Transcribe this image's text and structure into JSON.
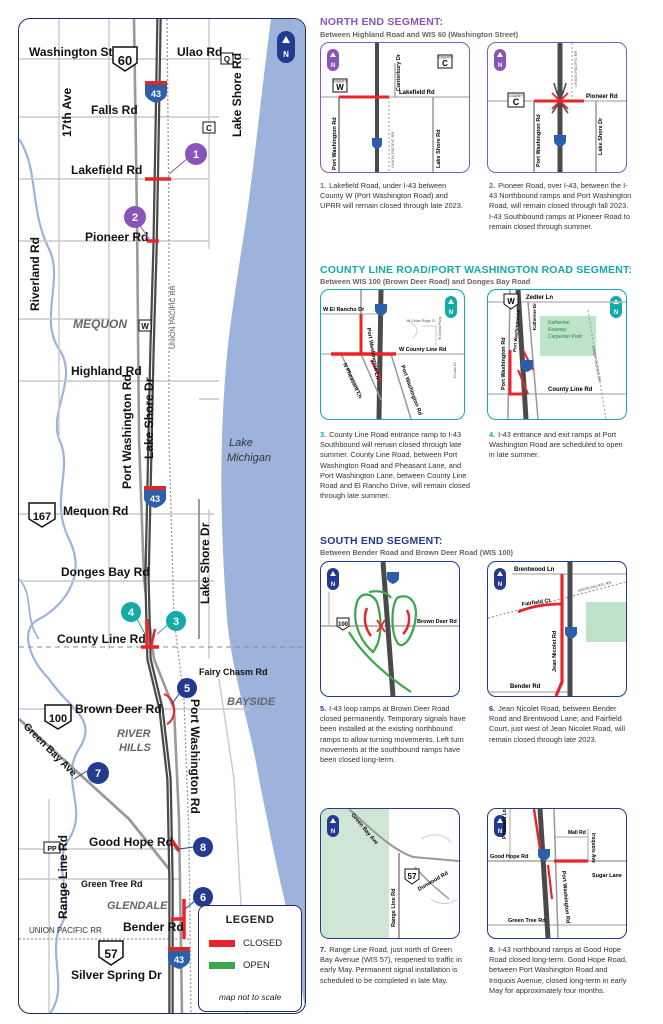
{
  "colors": {
    "purple": "#8a55b8",
    "teal": "#13aaa8",
    "navy": "#233a8e",
    "closed": "#e8252b",
    "open": "#3aa64b",
    "water": "#9db3dc"
  },
  "main_map": {
    "labels": {
      "washington_st": "Washington St",
      "ulao_rd": "Ulao Rd",
      "falls_rd": "Falls Rd",
      "seventeenth_ave": "17th Ave",
      "lake_shore_rd": "Lake Shore Rd",
      "lakefield_rd": "Lakefield Rd",
      "pioneer_rd": "Pioneer Rd",
      "riverland_rd": "Riverland Rd",
      "mequon": "MEQUON",
      "highland_rd": "Highland Rd",
      "port_washington_rd": "Port Washington Rd",
      "lake_shore_dr": "Lake Shore Dr",
      "union_pacific_rr": "UNION PACIFIC RR",
      "lake_michigan_1": "Lake",
      "lake_michigan_2": "Michigan",
      "mequon_rd": "Mequon Rd",
      "donges_bay_rd": "Donges Bay Rd",
      "lake_shore_dr_2": "Lake Shore Dr",
      "county_line_rd": "County Line Rd",
      "fairy_chasm_rd": "Fairy Chasm Rd",
      "brown_deer_rd": "Brown Deer Rd",
      "bayside": "BAYSIDE",
      "river_hills_1": "RIVER",
      "river_hills_2": "HILLS",
      "green_bay_ave": "Green Bay Ave",
      "port_washington_rd_2": "Port Washington Rd",
      "good_hope_rd": "Good Hope Rd",
      "range_line_rd": "Range Line Rd",
      "green_tree_rd": "Green Tree Rd",
      "glendale": "GLENDALE",
      "union_pacific_rr_2": "UNION PACIFIC RR",
      "bender_rd": "Bender Rd",
      "silver_spring_dr": "Silver Spring Dr"
    },
    "shields": {
      "wis60": "60",
      "i43": "43",
      "wis167": "167",
      "wis100": "100",
      "wis57": "57",
      "co_q": "Q",
      "co_c": "C",
      "co_w": "W",
      "co_pp": "PP"
    },
    "markers": [
      "1",
      "2",
      "3",
      "4",
      "5",
      "6",
      "7",
      "8"
    ],
    "north": "N"
  },
  "legend": {
    "title": "LEGEND",
    "closed": "CLOSED",
    "open": "OPEN",
    "note": "map not to scale"
  },
  "sections": {
    "north": {
      "title": "NORTH END SEGMENT:",
      "subtitle": "Between Highland Road and WIS 60 (Washington Street)"
    },
    "county": {
      "title": "COUNTY LINE ROAD/PORT WASHINGTON ROAD SEGMENT:",
      "subtitle": "Between WIS 100 (Brown Deer Road) and Donges Bay Road"
    },
    "south": {
      "title": "SOUTH END SEGMENT:",
      "subtitle": "Between Bender Road and Brown Deer Road (WIS 100)"
    }
  },
  "panels": {
    "p1": {
      "county": "COUNTY",
      "w": "W",
      "c": "C",
      "canterbury": "Canterbury Dr",
      "lakefield": "Lakefield Rd",
      "pw": "Port Washington Rd",
      "rr": "UNION PACIFIC RR",
      "lsr": "Lake Shore Rd"
    },
    "p2": {
      "county": "COUNTY",
      "c": "C",
      "pioneer": "Pioneer Rd",
      "pw": "Port Washington Rd",
      "rr": "UNION PACIFIC RR",
      "lsd": "Lake Shore Dr"
    },
    "p3": {
      "elrancho": "W El Rancho Dr",
      "cedar": "W Cedar Ridge Ct",
      "countyline": "W County Line Rd",
      "pw": "Port Washington Ln",
      "pw2": "Port Washington Rd",
      "pheasant": "N Pheasant Ln",
      "other1": "W Grand Pkwy",
      "other2": "N Lake Dr"
    },
    "p4": {
      "zedler": "Zedler Ln",
      "w": "W",
      "park1": "Katherine",
      "park2": "Kearney",
      "park3": "Carpenter Park",
      "katherine": "Katherine Dr",
      "pw": "Port Washington Rd",
      "pwln": "Port Washington Ln",
      "countyline": "County Line Rd",
      "rr": "UNION PACIFIC RR"
    },
    "p5": {
      "browndeer": "Brown Deer Rd",
      "wis100": "100"
    },
    "p6": {
      "brentwood": "Brentwood Ln",
      "fairfield": "Fairfield Ct",
      "rr": "UNION PACIFIC RR",
      "jean": "Jean Nicolet Rd",
      "bender": "Bender Rd"
    },
    "p7": {
      "gba": "Green Bay Ave",
      "rangeline": "Range Line Rd",
      "wis57": "57",
      "dunwood": "Dunwood Rd"
    },
    "p8": {
      "pheasant": "Pheasant Ln",
      "mall": "Mall Rd",
      "iroquois": "Iroquois Ave",
      "goodhope": "Good Hope Rd",
      "pw": "Port Washington Rd",
      "sugar": "Sugar Lane",
      "greentree": "Green Tree Rd"
    }
  },
  "captions": {
    "c1": {
      "n": "1.",
      "t": "Lakefield Road, under I-43 between County W (Port Washington Road) and UPRR will remain closed through late 2023."
    },
    "c2": {
      "n": "2.",
      "t": "Pioneer Road, over I-43, between the I-43 Northbound ramps and Port Washington Road, will remain closed through fall 2023. I-43 Southbound ramps at Pioneer Road to remain closed through summer."
    },
    "c3": {
      "n": "3.",
      "t": "County Line Road entrance ramp to I-43 Southbound will remain closed through late summer. County Line Road, between Port Washington Road and Pheasant Lane, and Port Washington Lane, between County Line Road and El Rancho Drive, will remain closed through late summer."
    },
    "c4": {
      "n": "4.",
      "t": "I-43 entrance and exit ramps at Port Washington Road are scheduled to open in late summer."
    },
    "c5": {
      "n": "5.",
      "t": "I-43 loop ramps at Brown Deer Road closed permanently. Temporary signals have been installed at the existing northbound ramps to allow turning movements. Left turn movements at the southbound ramps have been closed long-term."
    },
    "c6": {
      "n": "6.",
      "t": "Jean Nicolet Road, between Bender Road and Brentwood Lane; and Fairfield Court, just west of Jean Nicolet Road, will remain closed through late 2023."
    },
    "c7": {
      "n": "7.",
      "t": "Range Line Road, just north of Green Bay Avenue (WIS 57), reopened to traffic in early May. Permanent signal installation is scheduled to be completed in late May."
    },
    "c8": {
      "n": "8.",
      "t": "I-43 northbound ramps at Good Hope Road closed long-term. Good Hope Road, between Port Washington Road and Iroquois Avenue, closed long-term in early May for approximately four months."
    }
  }
}
